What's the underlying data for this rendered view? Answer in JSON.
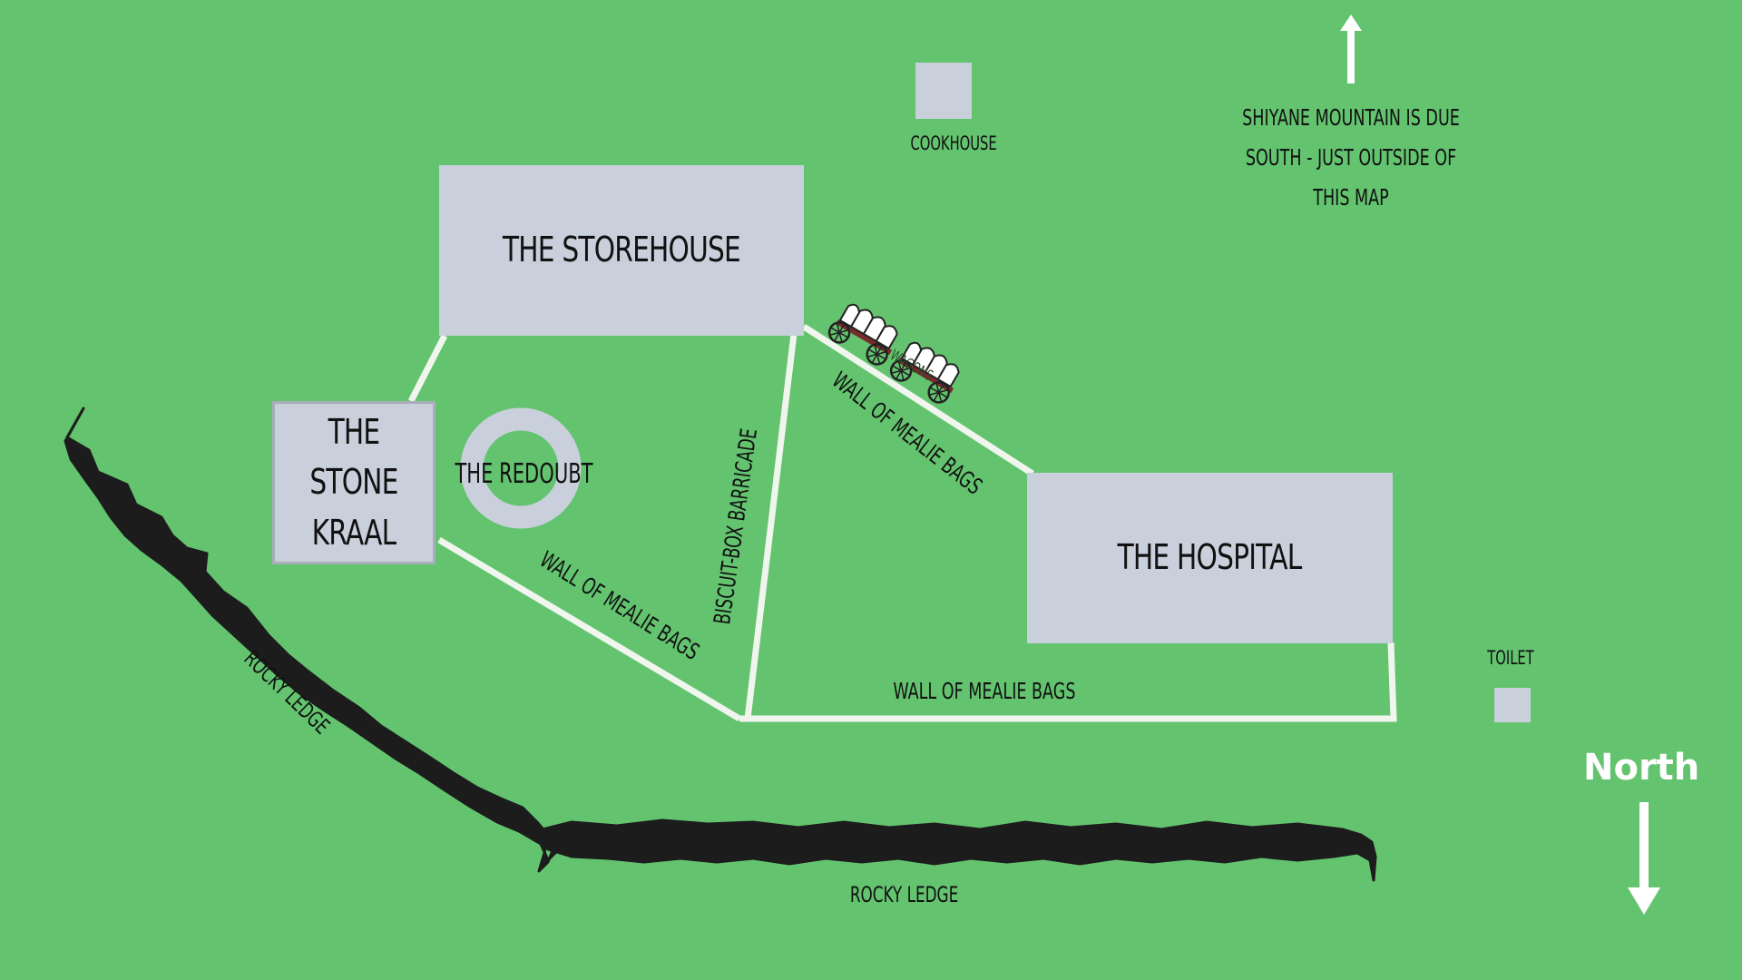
{
  "map": {
    "colors": {
      "ground": "#63c36f",
      "building": "#c9d0dc",
      "wall": "#f0f6ee",
      "ledge": "#1c1c1c",
      "text": "#111111",
      "compass": "#ffffff"
    },
    "buildings": {
      "storehouse": "THE STOREHOUSE",
      "stone_kraal": "THE STONE KRAAL",
      "hospital": "THE HOSPITAL",
      "cookhouse": "COOKHOUSE",
      "toilet": "TOILET"
    },
    "features": {
      "redoubt": "THE REDOUBT",
      "wagons": "WAGONS"
    },
    "walls": {
      "mealie_bags_front": "WALL OF MEALIE BAGS",
      "mealie_bags_kraal": "WALL OF MEALIE BAGS",
      "mealie_bags_south": "WALL OF MEALIE BAGS",
      "biscuit_box": "BISCUIT-BOX BARRICADE"
    },
    "terrain": {
      "ledge_diagonal": "ROCKY LEDGE",
      "ledge_bottom": "ROCKY LEDGE"
    },
    "notes": {
      "shiyane": "SHIYANE MOUNTAIN IS DUE SOUTH - JUST OUTSIDE OF THIS MAP"
    },
    "compass": {
      "label": "North",
      "direction_icon": "arrow-down-icon"
    }
  }
}
